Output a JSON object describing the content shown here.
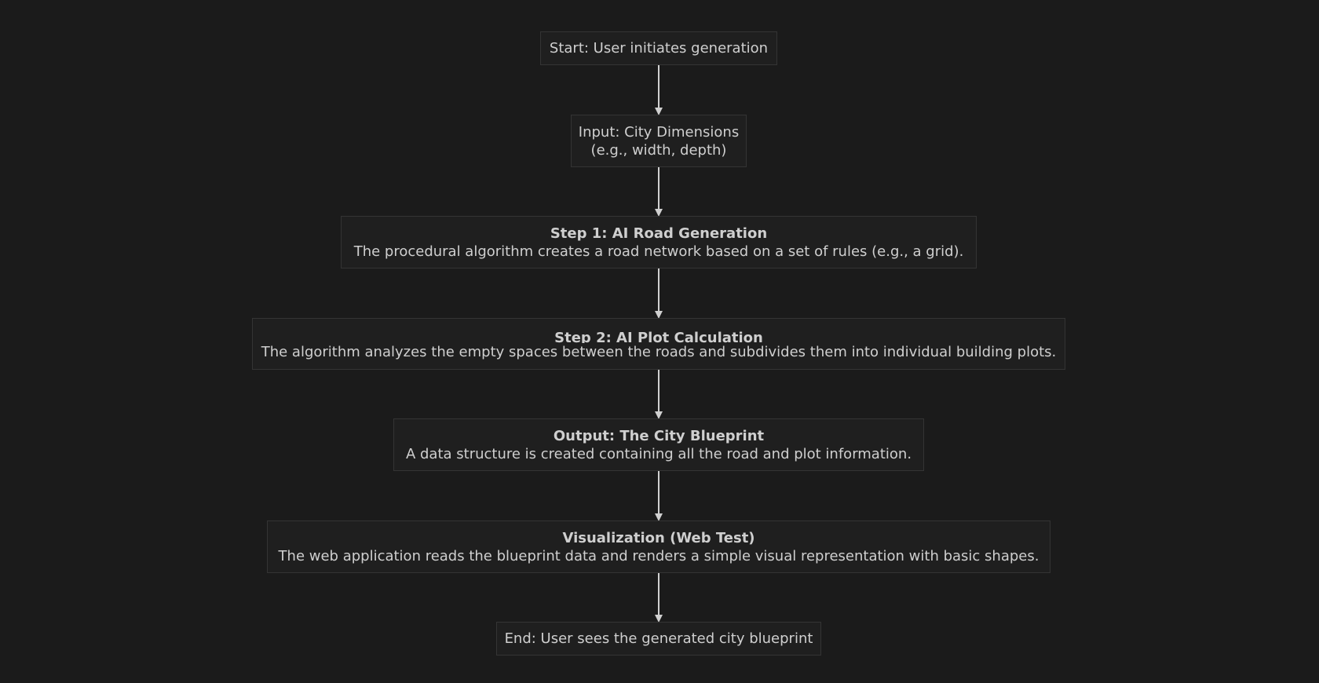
{
  "nodes": {
    "start": {
      "text": "Start: User initiates generation"
    },
    "input": {
      "line1": "Input: City Dimensions",
      "line2": "(e.g., width, depth)"
    },
    "step1": {
      "title": "Step 1: AI Road Generation",
      "desc": "The procedural algorithm creates a road network based on a set of rules (e.g., a grid)."
    },
    "step2": {
      "title": "Step 2: AI Plot Calculation",
      "desc": "The algorithm analyzes the empty spaces between the roads and subdivides them into individual building plots."
    },
    "output": {
      "title": "Output: The City Blueprint",
      "desc": "A data structure is created containing all the road and plot information."
    },
    "visualization": {
      "title": "Visualization (Web Test)",
      "desc": "The web application reads the blueprint data and renders a simple visual representation with basic shapes."
    },
    "end": {
      "text": "End: User sees the generated city blueprint"
    }
  },
  "colors": {
    "background": "#1b1b1b",
    "node_fill": "#1f1f1f",
    "node_border": "#343434",
    "text": "#cfcfcf",
    "arrow": "#d0d0d0"
  }
}
